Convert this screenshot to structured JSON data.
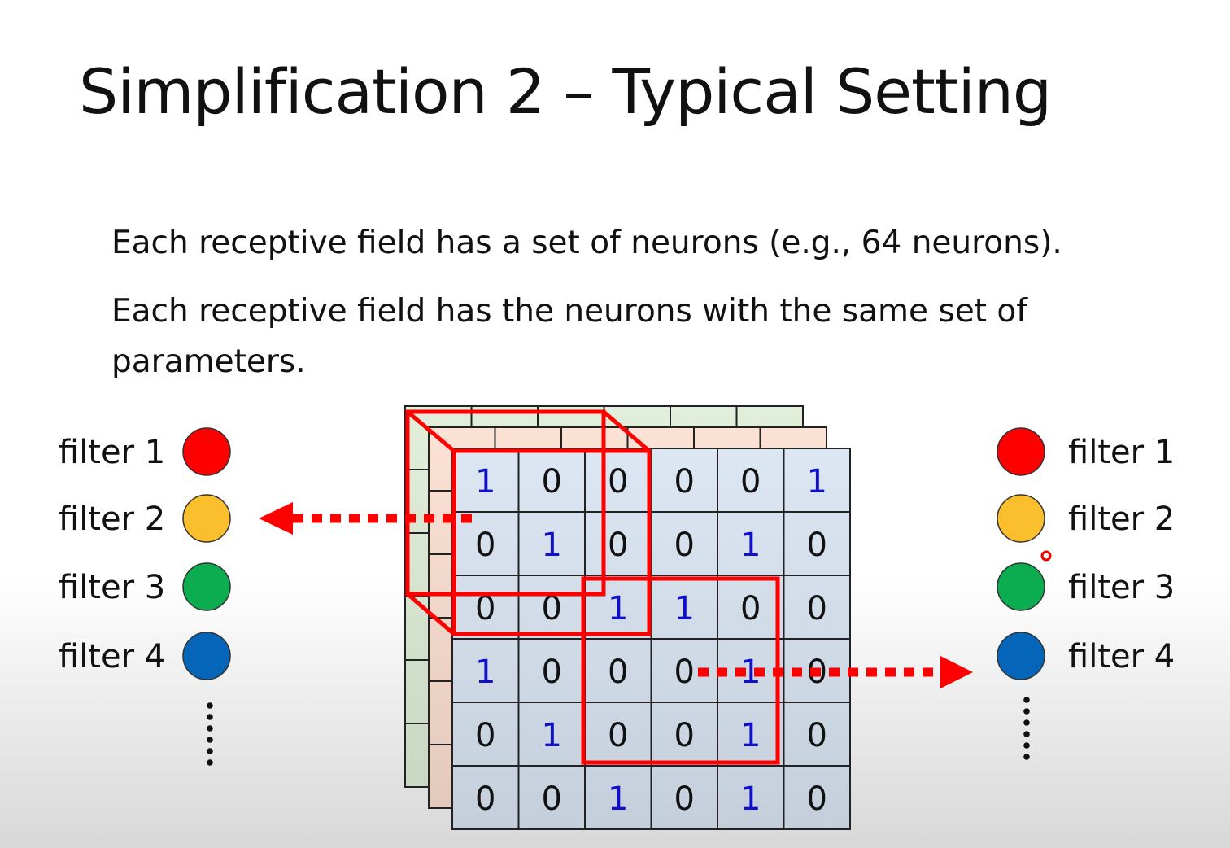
{
  "slide": {
    "title": "Simplification 2 – Typical Setting",
    "bullets": [
      "Each receptive field has a set of neurons (e.g., 64 neurons).",
      "Each receptive field has the neurons with the same set of",
      "parameters."
    ]
  },
  "filters_left": [
    {
      "label": "filter 1",
      "color": "#ff0000"
    },
    {
      "label": "filter 2",
      "color": "#fbbf2d"
    },
    {
      "label": "filter 3",
      "color": "#0bad50"
    },
    {
      "label": "filter 4",
      "color": "#0565b8"
    }
  ],
  "filters_right": [
    {
      "label": "filter 1",
      "color": "#ff0000"
    },
    {
      "label": "filter 2",
      "color": "#fbbf2d"
    },
    {
      "label": "filter 3",
      "color": "#0bad50"
    },
    {
      "label": "filter 4",
      "color": "#0565b8"
    }
  ],
  "image_matrix": [
    [
      1,
      0,
      0,
      0,
      0,
      1
    ],
    [
      0,
      1,
      0,
      0,
      1,
      0
    ],
    [
      0,
      0,
      1,
      1,
      0,
      0
    ],
    [
      1,
      0,
      0,
      0,
      1,
      0
    ],
    [
      0,
      1,
      0,
      0,
      1,
      0
    ],
    [
      0,
      0,
      1,
      0,
      1,
      0
    ]
  ],
  "colors": {
    "highlight": "#ff0000",
    "one_digit": "#1010c8",
    "zero_digit": "#111111",
    "channel_front": "#dce7f3",
    "channel_middle": "#fbe2d5",
    "channel_back": "#e2efda"
  }
}
